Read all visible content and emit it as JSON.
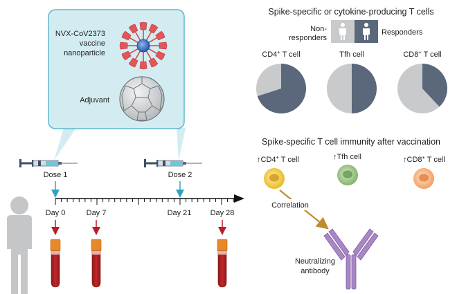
{
  "vaccine_box": {
    "nanoparticle_label_1": "NVX-CoV2373",
    "nanoparticle_label_2": "vaccine",
    "nanoparticle_label_3": "nanoparticle",
    "adjuvant_label": "Adjuvant"
  },
  "timeline": {
    "dose1": "Dose 1",
    "dose2": "Dose 2",
    "days": [
      "Day 0",
      "Day 7",
      "Day 21",
      "Day 28"
    ]
  },
  "pie_section": {
    "title": "Spike-specific or cytokine-producing T cells",
    "legend": {
      "non_line1": "Non-",
      "non_line2": "responders",
      "responders": "Responders"
    },
    "pies": [
      {
        "label_main": "CD4",
        "label_sup": "+",
        "label_rest": " T cell",
        "responder_fraction": 0.7
      },
      {
        "label_main": "Tfh cell",
        "label_sup": "",
        "label_rest": "",
        "responder_fraction": 0.5
      },
      {
        "label_main": "CD8",
        "label_sup": "+",
        "label_rest": " T cell",
        "responder_fraction": 0.38
      }
    ]
  },
  "immunity": {
    "title": "Spike-specific T cell immunity after vaccination",
    "cells": [
      {
        "arrow": "↑",
        "main": "CD4",
        "sup": "+",
        "rest": " T cell"
      },
      {
        "arrow": "↑",
        "main": "Tfh cell",
        "sup": "",
        "rest": ""
      },
      {
        "arrow": "↑",
        "main": "CD8",
        "sup": "+",
        "rest": " T cell"
      }
    ],
    "correlation": "Correlation",
    "antibody_line1": "Neutralizing",
    "antibody_line2": "antibody"
  },
  "colors": {
    "box_fill": "#d3ecf1",
    "box_stroke": "#5fb8cc",
    "responder": "#5b677a",
    "non_responder": "#c8cacc",
    "teal_arrow": "#2fa5bc",
    "red_arrow": "#b5202a",
    "gold_arrow": "#c08b2c",
    "antibody": "#9a78b6"
  }
}
